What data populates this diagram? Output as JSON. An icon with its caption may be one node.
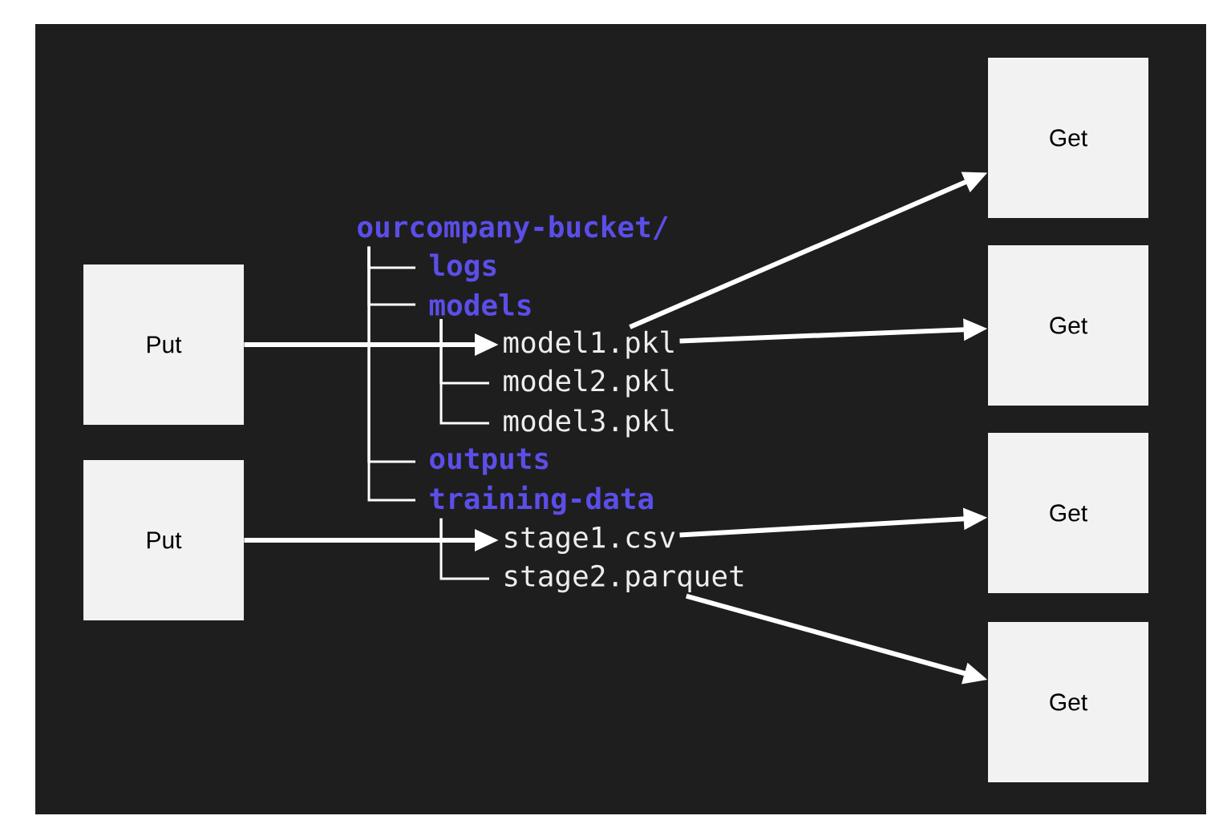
{
  "diagram": {
    "nodes": [
      {
        "text": [
          "Put"
        ]
      },
      {
        "text": [
          "Put"
        ]
      },
      {
        "text": [
          "ourcompany-bucket/"
        ]
      },
      {
        "text": [
          "logs"
        ]
      },
      {
        "text": [
          "models"
        ]
      },
      {
        "text": [
          "model1.pkl"
        ]
      },
      {
        "text": [
          "model2.pkl"
        ]
      },
      {
        "text": [
          "model3.pkl"
        ]
      },
      {
        "text": [
          "outputs"
        ]
      },
      {
        "text": [
          "training-data"
        ]
      },
      {
        "text": [
          "stage1.csv"
        ]
      },
      {
        "text": [
          "stage2.parquet"
        ]
      },
      {
        "text": [
          "Get"
        ]
      },
      {
        "text": [
          "Get"
        ]
      },
      {
        "text": [
          "Get"
        ]
      },
      {
        "text": [
          "Get"
        ]
      }
    ],
    "edges": [
      {
        "from": 2,
        "to": 3,
        "arrow": "none"
      },
      {
        "from": 2,
        "to": 4,
        "arrow": "none"
      },
      {
        "from": 2,
        "to": 8,
        "arrow": "none"
      },
      {
        "from": 2,
        "to": 9,
        "arrow": "none"
      },
      {
        "from": 4,
        "to": 5,
        "arrow": "none"
      },
      {
        "from": 4,
        "to": 6,
        "arrow": "none"
      },
      {
        "from": 4,
        "to": 7,
        "arrow": "none"
      },
      {
        "from": 9,
        "to": 10,
        "arrow": "none"
      },
      {
        "from": 9,
        "to": 11,
        "arrow": "none"
      },
      {
        "from": 0,
        "to": 5,
        "arrow": "to",
        "style": "thick"
      },
      {
        "from": 1,
        "to": 10,
        "arrow": "to",
        "style": "thick"
      },
      {
        "from": 5,
        "to": 12,
        "arrow": "to",
        "style": "thick"
      },
      {
        "from": 5,
        "to": 13,
        "arrow": "to",
        "style": "thick"
      },
      {
        "from": 10,
        "to": 14,
        "arrow": "to",
        "style": "thick"
      },
      {
        "from": 11,
        "to": 15,
        "arrow": "to",
        "style": "thick"
      }
    ]
  }
}
